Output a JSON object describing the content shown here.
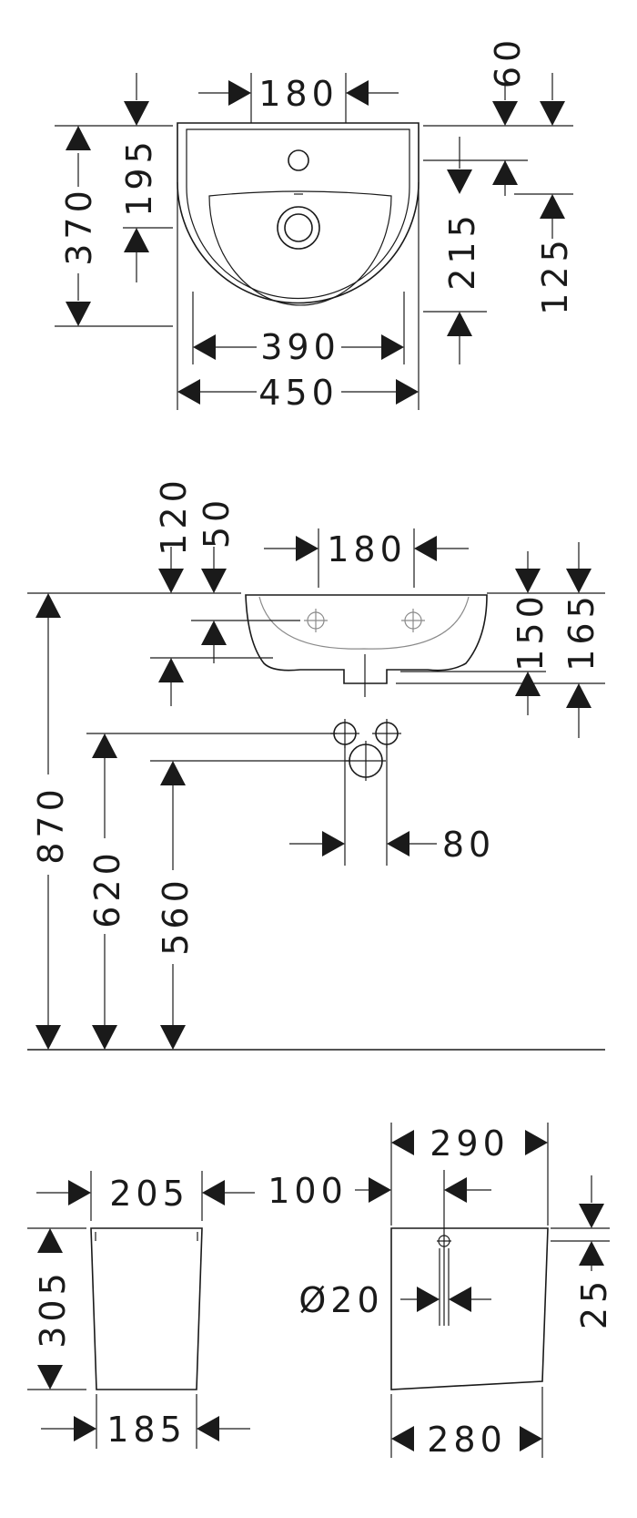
{
  "plan_view": {
    "bowl_radius": "180",
    "tap_hole_offset": "60",
    "overall_depth": "370",
    "front_depth": "195",
    "bowl_depth": "215",
    "waste_to_front": "125",
    "inner_width": "390",
    "overall_width": "450"
  },
  "elevation_view": {
    "rim_to_overflow": "120",
    "rim_to_bowl": "50",
    "fixing_spacing": "180",
    "bowl_height": "150",
    "overall_height": "165",
    "rim_height": "870",
    "supply_height": "620",
    "waste_height": "560",
    "supply_spacing": "80"
  },
  "pedestal_views": {
    "top_width": "205",
    "height": "305",
    "bottom_width": "185",
    "offset": "100",
    "depth_top": "290",
    "hole_offset": "25",
    "hole_diameter": "Ø20",
    "depth_bottom": "280"
  }
}
